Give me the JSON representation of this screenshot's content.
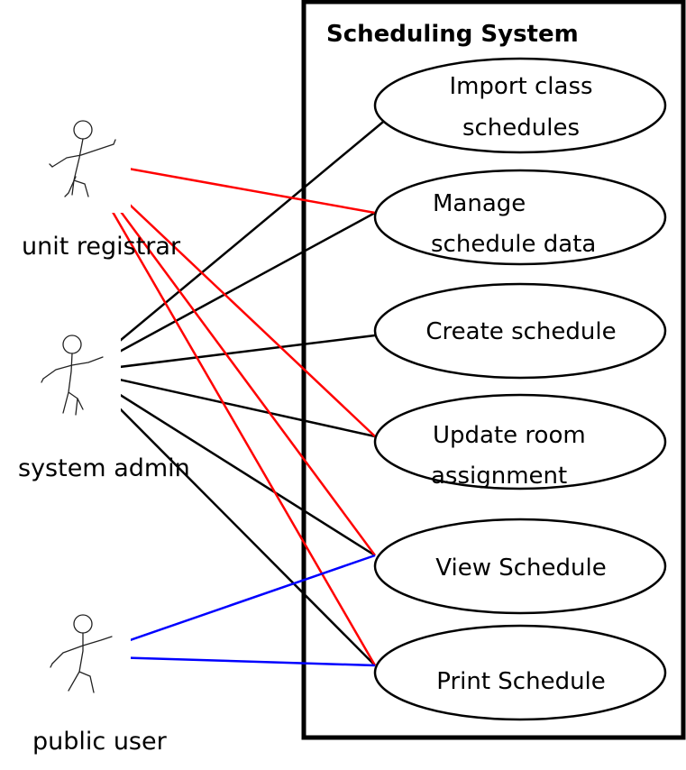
{
  "system": {
    "title": "Scheduling System"
  },
  "actors": [
    {
      "id": "registrar",
      "label": "unit registrar"
    },
    {
      "id": "admin",
      "label": "system admin"
    },
    {
      "id": "public",
      "label": "public user"
    }
  ],
  "use_cases": [
    {
      "id": "import",
      "lines": [
        "Import class",
        "schedules"
      ]
    },
    {
      "id": "manage",
      "lines": [
        "Manage",
        "schedule data"
      ]
    },
    {
      "id": "create",
      "lines": [
        "Create schedule"
      ]
    },
    {
      "id": "update",
      "lines": [
        "Update room",
        "assignment"
      ]
    },
    {
      "id": "view",
      "lines": [
        "View Schedule"
      ]
    },
    {
      "id": "print",
      "lines": [
        "Print Schedule"
      ]
    }
  ],
  "associations": [
    {
      "actor": "admin",
      "use_case": "import",
      "color": "#000000"
    },
    {
      "actor": "admin",
      "use_case": "manage",
      "color": "#000000"
    },
    {
      "actor": "admin",
      "use_case": "create",
      "color": "#000000"
    },
    {
      "actor": "admin",
      "use_case": "update",
      "color": "#000000"
    },
    {
      "actor": "admin",
      "use_case": "view",
      "color": "#000000"
    },
    {
      "actor": "admin",
      "use_case": "print",
      "color": "#000000"
    },
    {
      "actor": "registrar",
      "use_case": "manage",
      "color": "#ff0000"
    },
    {
      "actor": "registrar",
      "use_case": "update",
      "color": "#ff0000"
    },
    {
      "actor": "registrar",
      "use_case": "view",
      "color": "#ff0000"
    },
    {
      "actor": "registrar",
      "use_case": "print",
      "color": "#ff0000"
    },
    {
      "actor": "public",
      "use_case": "view",
      "color": "#0000ff"
    },
    {
      "actor": "public",
      "use_case": "print",
      "color": "#0000ff"
    }
  ]
}
